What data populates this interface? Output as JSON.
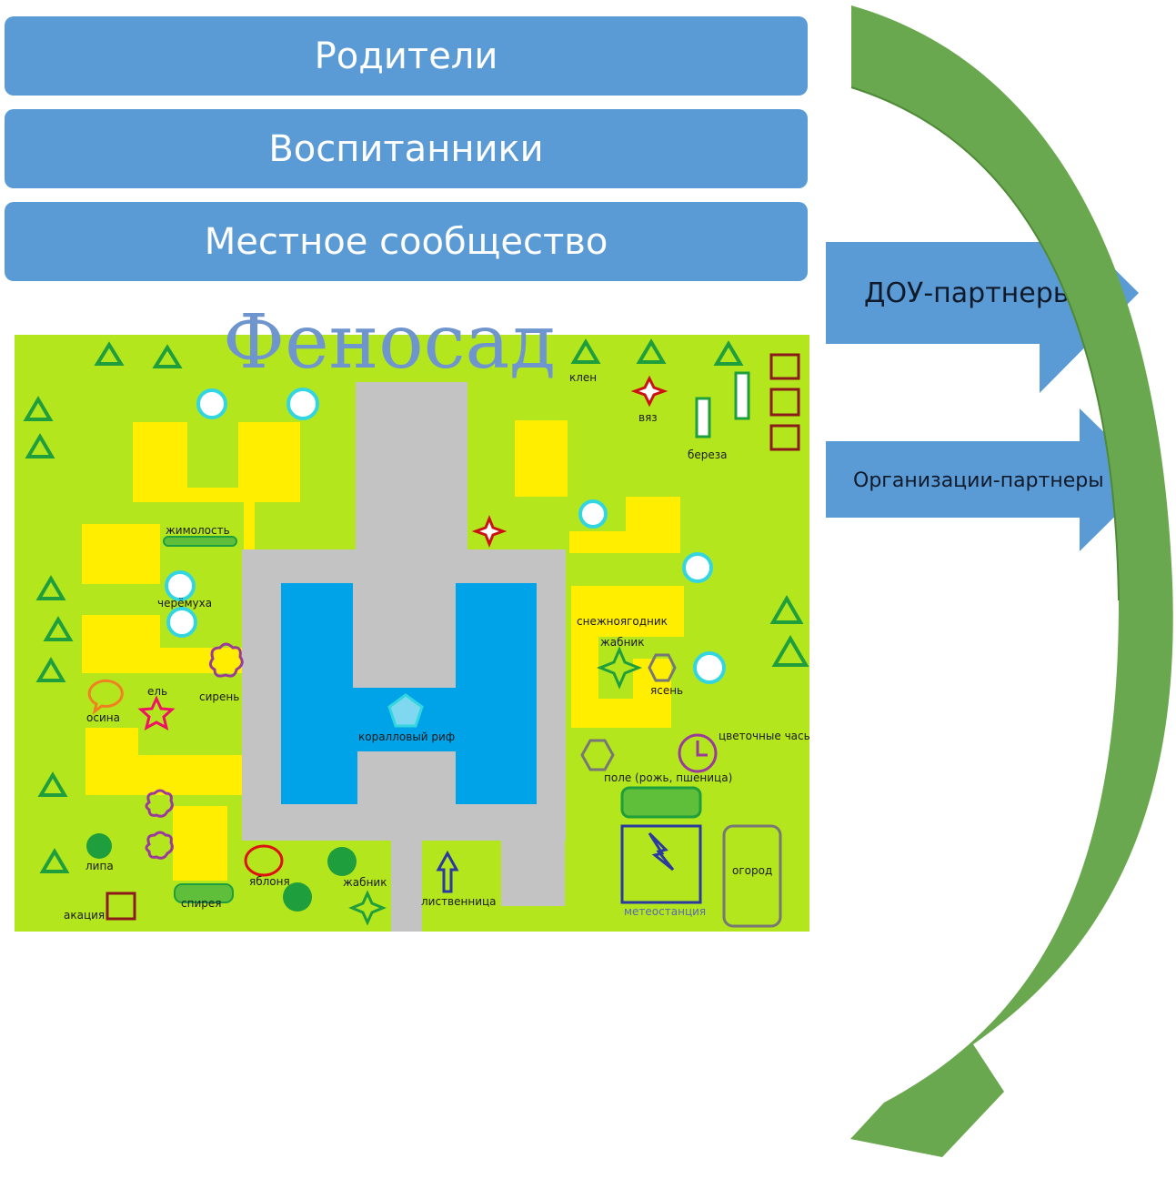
{
  "groups": [
    "Родители",
    "Воспитанники",
    "Местное сообщество"
  ],
  "plan": {
    "title": "Феносад",
    "labels": {
      "klen": "клен",
      "vyaz": "вяз",
      "bereza": "береза",
      "zhimolost": "жимолость",
      "cheremukha": "черёмуха",
      "el": "ель",
      "siren": "сирень",
      "osina": "осина",
      "lipa": "липа",
      "akatsiya": "акация",
      "spireya": "спирея",
      "yablonya": "яблоня",
      "zhabnik_bottom": "жабник",
      "listvennitsa": "лиственница",
      "korallovy_rif": "коралловый риф",
      "snezhnoyagodnik": "снежноягодник",
      "zhabnik_right": "жабник",
      "yasen": "ясень",
      "tsvetochnye_chasy": "цветочные часы",
      "pole": "поле (рожь, пшеница)",
      "meteostantsiya": "метеостанция",
      "ogorod": "огород"
    }
  },
  "partners": {
    "dou": "ДОУ-партнеры",
    "organizations": "Организации-партнеры"
  },
  "colors": {
    "band": "#5b9bd5",
    "grass": "#b4e61e",
    "building": "#ffee00",
    "path": "#c3c3c3",
    "pool": "#00a2e8",
    "curve_arrow": "#6aa84f",
    "title": "#6f95cf"
  }
}
